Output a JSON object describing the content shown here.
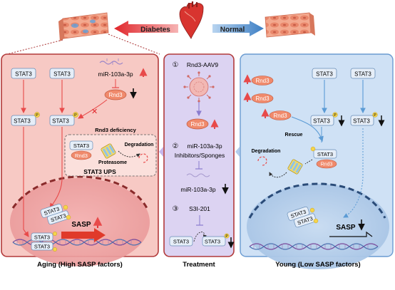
{
  "header": {
    "diabetes_label": "Diabetes",
    "normal_label": "Normal"
  },
  "left_panel": {
    "stat3_top_a": "STAT3",
    "stat3_top_b": "STAT3",
    "mirna_label": "miR-103a-3p",
    "rnd3_label": "Rnd3",
    "stat3p_a": "STAT3",
    "stat3p_b": "STAT3",
    "p_mark": "P",
    "deficiency_label": "Rnd3 deficiency",
    "ups_stat3": "STAT3",
    "ups_rnd3": "Rnd3",
    "proteasome_label": "Proteasome",
    "degradation_label": "Degradation",
    "ups_title": "STAT3 UPS",
    "nucleus_stat3_a": "STAT3",
    "nucleus_stat3_b": "STAT3",
    "dna_stat3_a": "STAT3",
    "dna_stat3_b": "STAT3",
    "sasp_label": "SASP",
    "caption": "Aging (High SASP factors)"
  },
  "middle_panel": {
    "step1_num": "①",
    "step1_label": "Rnd3-AAV9",
    "rnd3_label": "Rnd3",
    "step2_num": "②",
    "step2_label_line1": "miR-103a-3p",
    "step2_label_line2": "Inhibitors/Sponges",
    "mirna_label": "miR-103a-3p",
    "step3_num": "③",
    "step3_label": "S3I-201",
    "stat3_a": "STAT3",
    "stat3_b": "STAT3",
    "p_mark": "P",
    "caption": "Treatment"
  },
  "right_panel": {
    "rnd3_a": "Rnd3",
    "rnd3_b": "Rnd3",
    "rnd3_c": "Rnd3",
    "stat3_top_a": "STAT3",
    "stat3_top_b": "STAT3",
    "stat3p_a": "STAT3",
    "stat3p_b": "STAT3",
    "p_mark": "P",
    "rescue_label": "Rescue",
    "degradation_label": "Degradation",
    "complex_stat3": "STAT3",
    "complex_rnd3": "Rnd3",
    "nucleus_stat3_a": "STAT3",
    "nucleus_stat3_b": "STAT3",
    "sasp_label": "SASP",
    "caption": "Young (Low SASP factors)"
  },
  "colors": {
    "left_bg": "#f7c9c4",
    "left_border": "#b23a3a",
    "middle_bg": "#dcd3f2",
    "middle_border": "#b23a3a",
    "right_bg": "#cfe1f5",
    "right_border": "#6a9bd1",
    "rnd3_fill": "#f08a6c",
    "stat3_fill": "#e6eef8",
    "up_arrow": "#e0262b",
    "down_arrow": "#111111",
    "red_line": "#e84a4a",
    "blue_line": "#5b9bd5"
  }
}
